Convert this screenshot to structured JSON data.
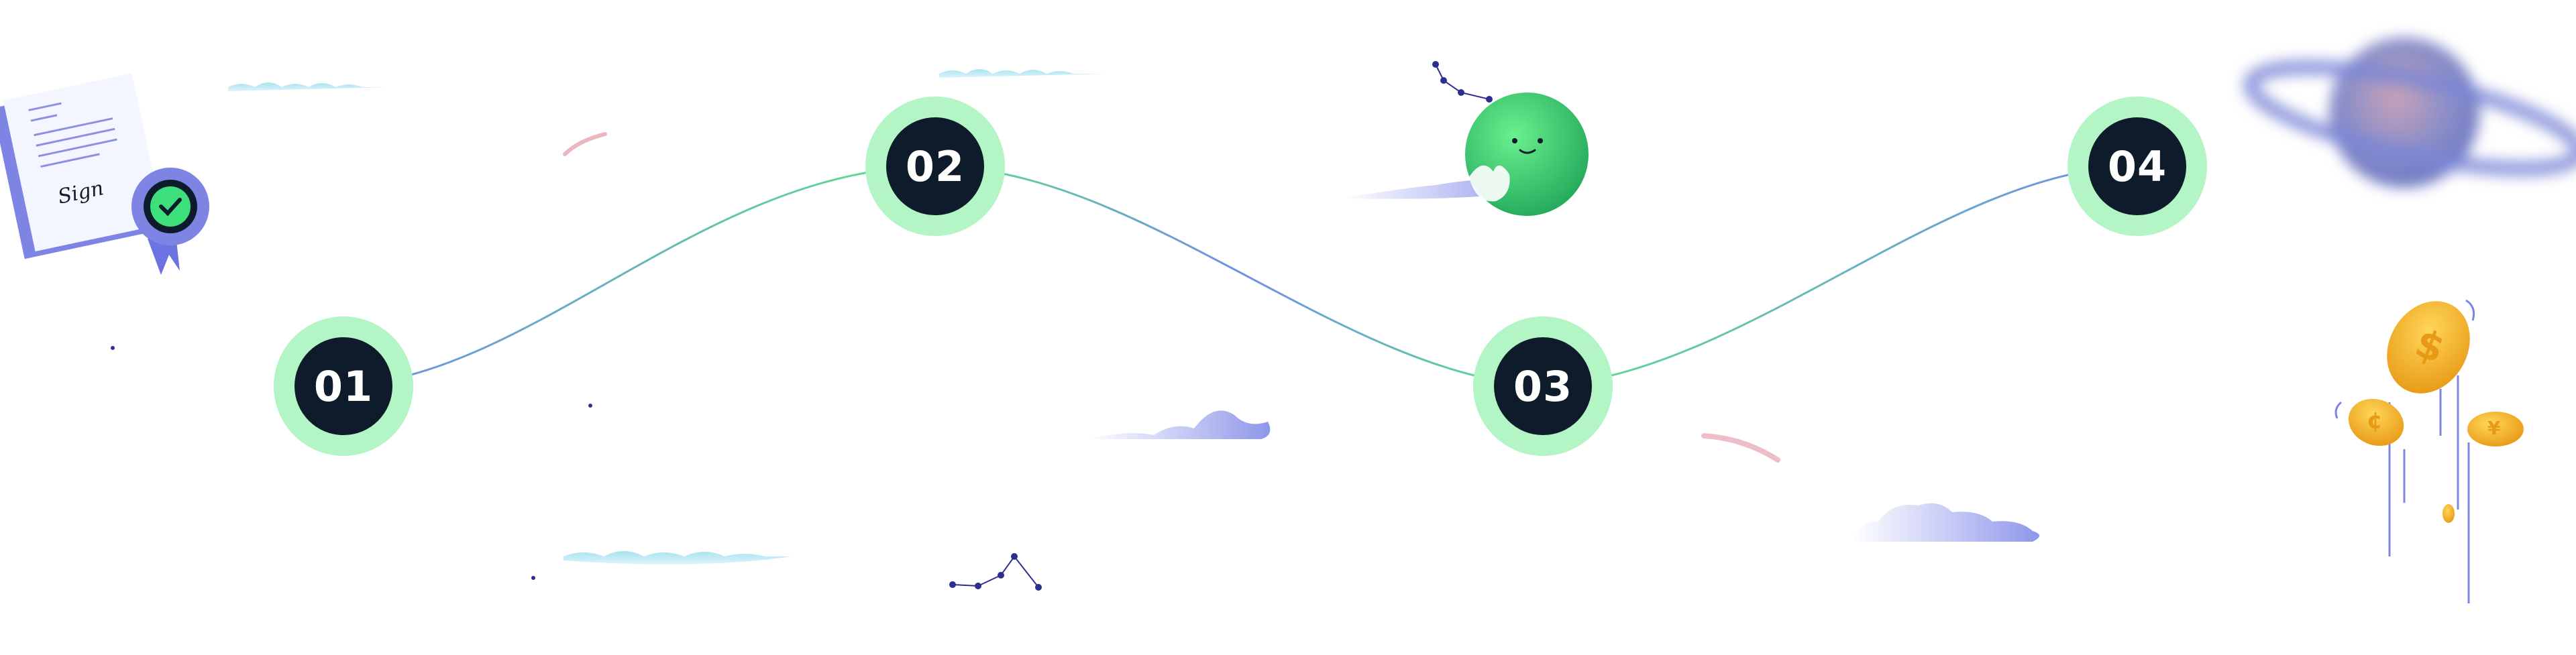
{
  "steps": [
    {
      "number": "01"
    },
    {
      "number": "02"
    },
    {
      "number": "03"
    },
    {
      "number": "04"
    }
  ],
  "certificate": {
    "signature": "Sign"
  },
  "colors": {
    "step_ring": "#b4f5c6",
    "step_core": "#0e1b2a",
    "path_green": "#5ee08a",
    "path_blue": "#6f8ee8",
    "mascot_green": "#34c86a",
    "coin_gold": "#f5b52e",
    "accent_indigo": "#6b74e0"
  },
  "coins": {
    "symbols": [
      "$",
      "¢",
      "¥"
    ]
  }
}
